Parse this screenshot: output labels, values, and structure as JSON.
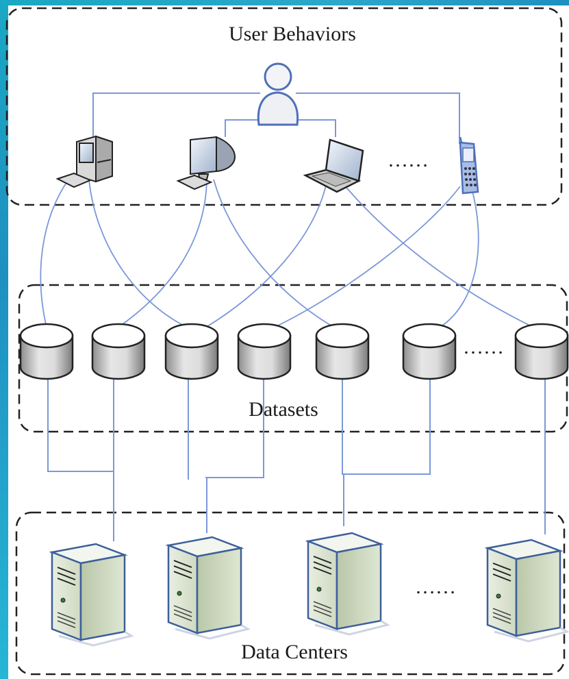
{
  "diagram": {
    "sections": {
      "user_behaviors": "User Behaviors",
      "datasets": "Datasets",
      "data_centers": "Data Centers"
    },
    "ellipsis": "……",
    "devices": [
      {
        "kind": "desktop-tower-icon"
      },
      {
        "kind": "crt-monitor-icon"
      },
      {
        "kind": "laptop-icon"
      },
      {
        "kind": "mobile-phone-icon"
      }
    ],
    "dataset_count": 7,
    "server_count": 4,
    "colors": {
      "line": "#7b98d8",
      "border": "#222222",
      "accent": "#1aa8c4"
    }
  }
}
